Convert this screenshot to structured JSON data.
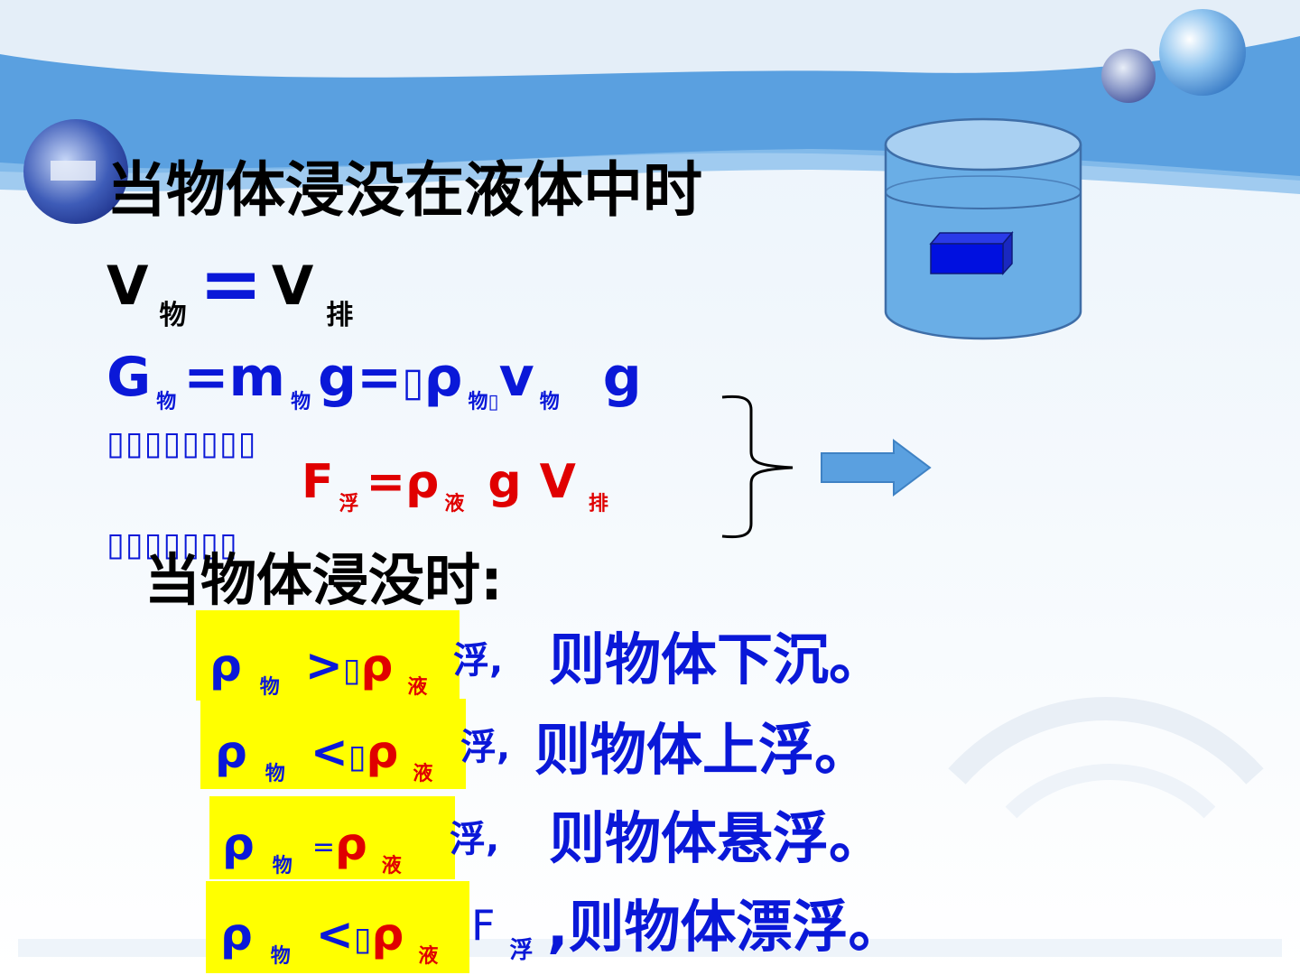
{
  "heading": "当物体浸没在液体中时",
  "volume_line": {
    "v": "V",
    "sub_obj": "物",
    "eq": "=",
    "v2": "V",
    "sub_disp": "排"
  },
  "gravity_line": {
    "g": "G",
    "s1": "物",
    "eq1": "=m",
    "s2": "物",
    "g2": "g=",
    "tofu1": "▯",
    "rho": "ρ",
    "s3": "物",
    "tofu2": "▯",
    "v": "v",
    "s4": "物",
    "g3": "g"
  },
  "garbled_line_1": "▯▯▯▯▯▯▯▯",
  "garbled_line_2": "▯▯▯▯▯▯▯",
  "buoyancy": {
    "f": "F",
    "s1": "浮",
    "eq": "=ρ",
    "s2": "液",
    "g": "g",
    "v": "V",
    "s3": "排"
  },
  "condition_title": "当物体浸没时:",
  "conditions": [
    {
      "rho1": "ρ",
      "s1": "物",
      "op": ">",
      "tofu": "▯",
      "rho2": "ρ",
      "s2": "液",
      "tail": "浮,",
      "result": "则物体下沉。"
    },
    {
      "rho1": "ρ",
      "s1": "物",
      "op": "<",
      "tofu": "▯",
      "rho2": "ρ",
      "s2": "液",
      "tail": "浮,",
      "result": "则物体上浮。"
    },
    {
      "rho1": "ρ",
      "s1": "物",
      "op": "=",
      "tofu": "",
      "rho2": "ρ",
      "s2": "液",
      "tail": "浮,",
      "result": "则物体悬浮。"
    },
    {
      "rho1": "ρ",
      "s1": "物",
      "op": "<",
      "tofu": "▯",
      "rho2": "ρ",
      "s2": "液",
      "tail": "F",
      "tail_sub": "浮",
      "result": ",则物体漂浮。"
    }
  ],
  "colors": {
    "accent_blue": "#0a18d8",
    "red": "#e00000",
    "highlight": "#ffff00",
    "banner": "#5aa0e0"
  }
}
